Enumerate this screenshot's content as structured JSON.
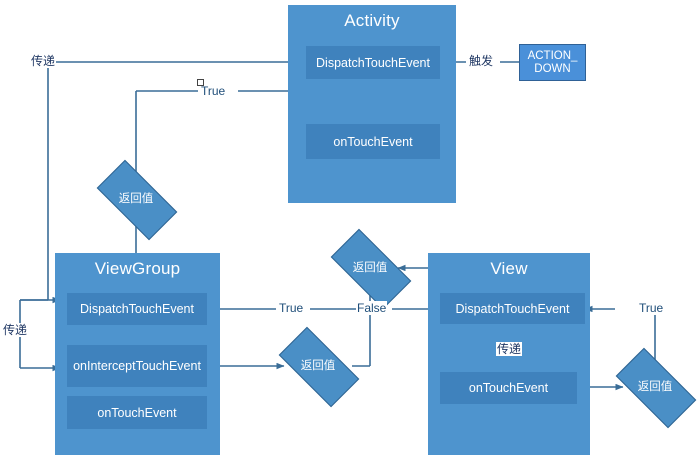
{
  "diagram": {
    "title": "Android Touch Event Dispatch Flow",
    "colors": {
      "panel_fill": "#4e94ce",
      "box_fill": "#3f82bd",
      "diamond_fill": "#4a8fc6",
      "diamond_stroke": "#2e628f",
      "wire": "#3a6d97",
      "label_text": "#203864",
      "box_text": "#ffffff",
      "background": "#ffffff"
    }
  },
  "panels": [
    {
      "id": "activity",
      "title": "Activity",
      "boxes": [
        {
          "id": "activity-dispatch",
          "label": "DispatchTouchEvent"
        },
        {
          "id": "activity-ontouch",
          "label": "onTouchEvent"
        }
      ]
    },
    {
      "id": "viewgroup",
      "title": "ViewGroup",
      "boxes": [
        {
          "id": "viewgroup-dispatch",
          "label": "DispatchTouchEvent"
        },
        {
          "id": "viewgroup-onintercept",
          "label": "onInterceptTouchEvent"
        },
        {
          "id": "viewgroup-ontouch",
          "label": "onTouchEvent"
        }
      ]
    },
    {
      "id": "view",
      "title": "View",
      "boxes": [
        {
          "id": "view-dispatch",
          "label": "DispatchTouchEvent"
        },
        {
          "id": "view-ontouch",
          "label": "onTouchEvent"
        }
      ]
    }
  ],
  "event_source": {
    "id": "action-down",
    "label": "ACTION_ DOWN",
    "line1": "ACTION_",
    "line2": "DOWN"
  },
  "decisions": [
    {
      "id": "return-viewgroup-dispatch",
      "label": "返回值"
    },
    {
      "id": "return-view-dispatch",
      "label": "返回值"
    },
    {
      "id": "return-viewgroup-onintercept",
      "label": "返回值"
    },
    {
      "id": "return-view-ontouch",
      "label": "返回值"
    }
  ],
  "edge_labels": [
    {
      "id": "label-pass-top",
      "text": "传递"
    },
    {
      "id": "label-true-activity",
      "text": "True"
    },
    {
      "id": "label-trigger",
      "text": "触发"
    },
    {
      "id": "label-pass-left",
      "text": "传递"
    },
    {
      "id": "label-true-viewgroup",
      "text": "True"
    },
    {
      "id": "label-false-view",
      "text": "False"
    },
    {
      "id": "label-true-view",
      "text": "True"
    },
    {
      "id": "label-pass-view",
      "text": "传递"
    }
  ]
}
